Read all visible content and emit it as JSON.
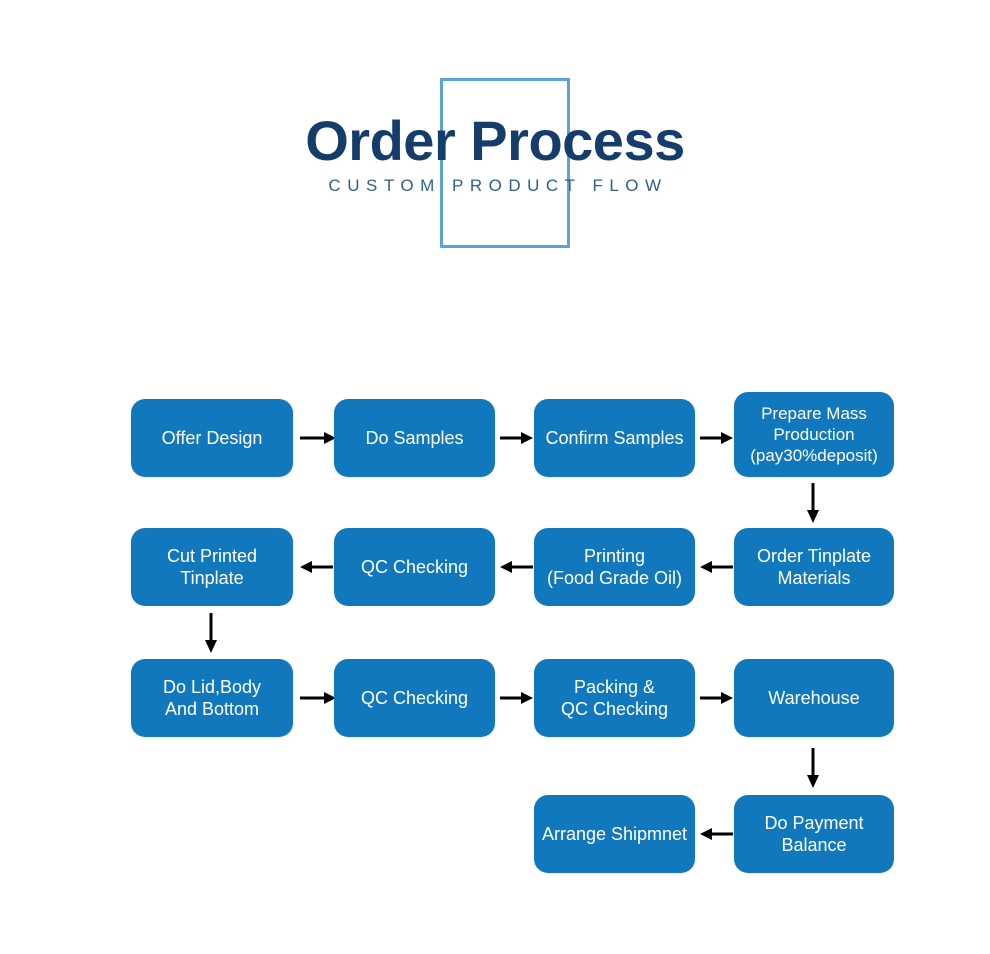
{
  "header": {
    "title": "Order Process",
    "subtitle": "CUSTOM PRODUCT FLOW",
    "title_color": "#143d6b",
    "subtitle_color": "#2e5f8f",
    "frame_color": "#5ba3d9"
  },
  "theme": {
    "node_fill": "#1278bd",
    "node_text": "#ffffff",
    "arrow_color": "#000000",
    "background": "#ffffff"
  },
  "chart_data": {
    "type": "diagram",
    "title": "Order Process",
    "subtitle": "CUSTOM PRODUCT FLOW",
    "layout": "serpentine-flowchart",
    "rows": 4,
    "nodes": [
      {
        "id": "n1",
        "label": "Offer Design",
        "row": 1,
        "col": 1
      },
      {
        "id": "n2",
        "label": "Do Samples",
        "row": 1,
        "col": 2
      },
      {
        "id": "n3",
        "label": "Confirm Samples",
        "row": 1,
        "col": 3
      },
      {
        "id": "n4",
        "label": "Prepare Mass\nProduction\n(pay30%deposit)",
        "row": 1,
        "col": 4
      },
      {
        "id": "n5",
        "label": "Order Tinplate\nMaterials",
        "row": 2,
        "col": 4
      },
      {
        "id": "n6",
        "label": "Printing\n(Food Grade Oil)",
        "row": 2,
        "col": 3
      },
      {
        "id": "n7",
        "label": "QC Checking",
        "row": 2,
        "col": 2
      },
      {
        "id": "n8",
        "label": "Cut Printed\nTinplate",
        "row": 2,
        "col": 1
      },
      {
        "id": "n9",
        "label": "Do Lid,Body\nAnd Bottom",
        "row": 3,
        "col": 1
      },
      {
        "id": "n10",
        "label": "QC Checking",
        "row": 3,
        "col": 2
      },
      {
        "id": "n11",
        "label": "Packing &\nQC Checking",
        "row": 3,
        "col": 3
      },
      {
        "id": "n12",
        "label": "Warehouse",
        "row": 3,
        "col": 4
      },
      {
        "id": "n13",
        "label": "Do Payment\nBalance",
        "row": 4,
        "col": 4
      },
      {
        "id": "n14",
        "label": "Arrange Shipmnet",
        "row": 4,
        "col": 3
      }
    ],
    "edges": [
      {
        "from": "n1",
        "to": "n2",
        "direction": "right"
      },
      {
        "from": "n2",
        "to": "n3",
        "direction": "right"
      },
      {
        "from": "n3",
        "to": "n4",
        "direction": "right"
      },
      {
        "from": "n4",
        "to": "n5",
        "direction": "down"
      },
      {
        "from": "n5",
        "to": "n6",
        "direction": "left"
      },
      {
        "from": "n6",
        "to": "n7",
        "direction": "left"
      },
      {
        "from": "n7",
        "to": "n8",
        "direction": "left"
      },
      {
        "from": "n8",
        "to": "n9",
        "direction": "down"
      },
      {
        "from": "n9",
        "to": "n10",
        "direction": "right"
      },
      {
        "from": "n10",
        "to": "n11",
        "direction": "right"
      },
      {
        "from": "n11",
        "to": "n12",
        "direction": "right"
      },
      {
        "from": "n12",
        "to": "n13",
        "direction": "down"
      },
      {
        "from": "n13",
        "to": "n14",
        "direction": "left"
      }
    ]
  }
}
